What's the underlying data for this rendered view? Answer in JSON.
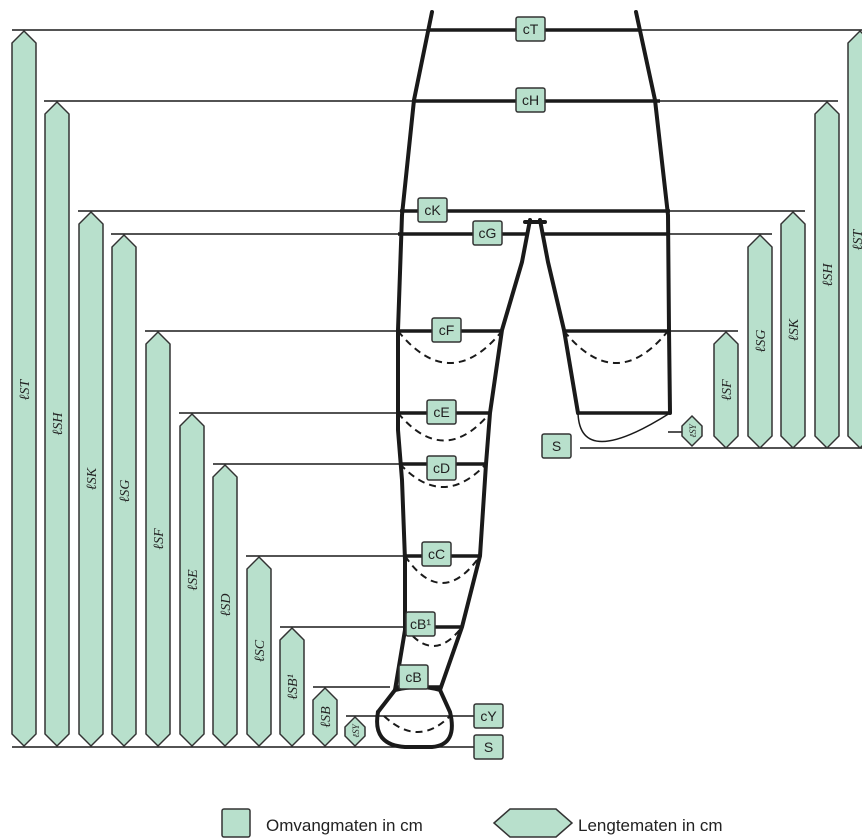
{
  "colors": {
    "fill": "#b8e0cc",
    "stroke": "#333333",
    "leg": "#1a1a1a"
  },
  "circumference_labels": [
    "cT",
    "cH",
    "cK",
    "cG",
    "cF",
    "cE",
    "cD",
    "cC",
    "cB¹",
    "cB",
    "cY",
    "S",
    "S"
  ],
  "length_bars_left": [
    "ℓST",
    "ℓSH",
    "ℓSK",
    "ℓSG",
    "ℓSF",
    "ℓSE",
    "ℓSD",
    "ℓSC",
    "ℓSB¹",
    "ℓSB",
    "ℓSY"
  ],
  "length_bars_right": [
    "ℓSF",
    "ℓSG",
    "ℓSK",
    "ℓSH",
    "ℓST",
    "ℓSY"
  ],
  "legend": {
    "circumference": "Omvangmaten in cm",
    "length": "Lengtematen in cm"
  }
}
